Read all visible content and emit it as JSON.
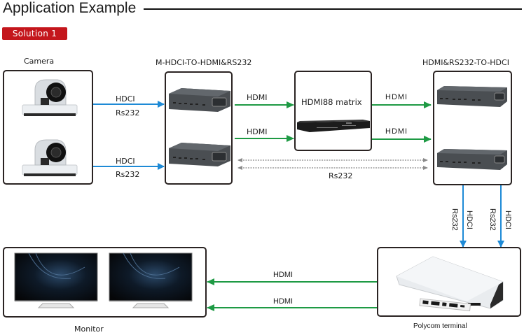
{
  "header": {
    "title": "Application Example",
    "badge": "Solution 1"
  },
  "colors": {
    "badge_bg": "#c4161c",
    "hdci_arrow": "#1e8ad6",
    "hdmi_arrow": "#1e9a44",
    "rs232_dotted": "#8a8a8a",
    "box_border": "#2a2322"
  },
  "nodes": {
    "camera": {
      "label": "Camera",
      "devices": [
        "camera",
        "camera"
      ]
    },
    "transmitter": {
      "label": "M-HDCI-TO-HDMI&RS232",
      "devices": [
        "converter",
        "converter"
      ]
    },
    "matrix": {
      "label": "HDMI88 matrix",
      "devices": [
        "rack-matrix"
      ]
    },
    "receiver": {
      "label": "HDMI&RS232-TO-HDCI",
      "devices": [
        "converter",
        "converter"
      ]
    },
    "polycom": {
      "label": "Polycom terminal"
    },
    "monitor": {
      "label": "Monitor",
      "devices": [
        "monitor",
        "monitor"
      ]
    }
  },
  "links": {
    "camera_to_tx": [
      {
        "top": "HDCI",
        "bottom": "Rs232"
      },
      {
        "top": "HDCI",
        "bottom": "Rs232"
      }
    ],
    "tx_to_matrix": [
      "HDMI",
      "HDMI"
    ],
    "matrix_to_rx": [
      "HDMI",
      "HDMI"
    ],
    "rs232_bus": "Rs232",
    "rx_to_polycom": [
      {
        "a": "HDCI",
        "b": "Rs232"
      },
      {
        "a": "HDCI",
        "b": "Rs232"
      }
    ],
    "polycom_to_monitor": [
      "HDMI",
      "HDMI"
    ]
  }
}
